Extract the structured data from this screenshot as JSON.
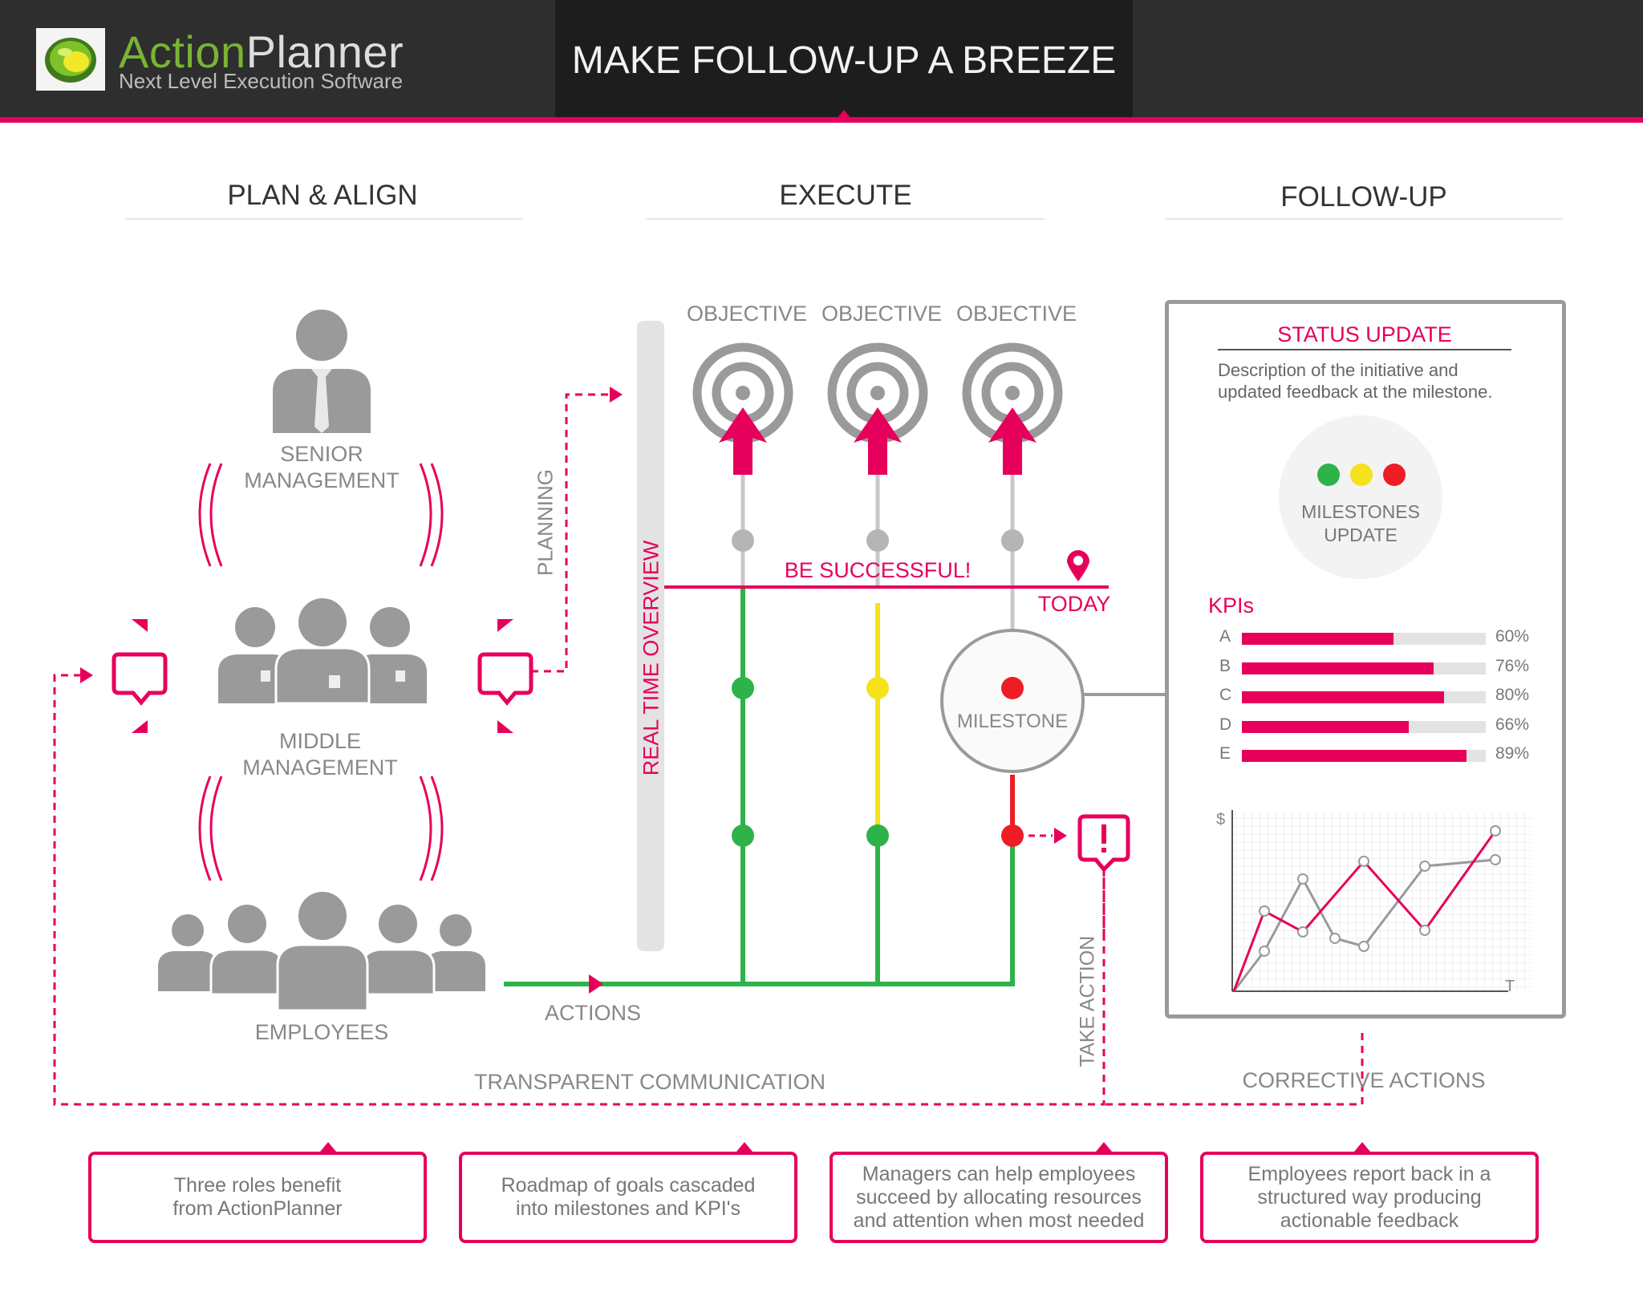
{
  "header": {
    "logo_word1": "Action",
    "logo_word2": "Planner",
    "logo_tagline": "Next Level Execution Software",
    "title": "MAKE FOLLOW-UP A BREEZE"
  },
  "columns": {
    "plan": "PLAN & ALIGN",
    "execute": "EXECUTE",
    "followup": "FOLLOW-UP"
  },
  "roles": {
    "senior": [
      "SENIOR",
      "MANAGEMENT"
    ],
    "middle": [
      "MIDDLE",
      "MANAGEMENT"
    ],
    "employees": "EMPLOYEES"
  },
  "labels": {
    "planning": "PLANNING",
    "real_time": "REAL TIME OVERVIEW",
    "objective": "OBJECTIVE",
    "be_successful": "BE SUCCESSFUL!",
    "today": "TODAY",
    "milestone": "MILESTONE",
    "actions": "ACTIONS",
    "take_action": "TAKE ACTION",
    "transparent": "TRANSPARENT COMMUNICATION",
    "corrective": "CORRECTIVE ACTIONS"
  },
  "status_panel": {
    "title": "STATUS UPDATE",
    "description": [
      "Description of the initiative and",
      "updated feedback at the milestone."
    ],
    "milestones_update": [
      "MILESTONES",
      "UPDATE"
    ],
    "lights": [
      "#2db34a",
      "#f4e21c",
      "#ee1c25"
    ],
    "kpi_title": "KPIs",
    "kpis": [
      {
        "label": "A",
        "value": 60,
        "text": "60%"
      },
      {
        "label": "B",
        "value": 76,
        "text": "76%"
      },
      {
        "label": "C",
        "value": 80,
        "text": "80%"
      },
      {
        "label": "D",
        "value": 66,
        "text": "66%"
      },
      {
        "label": "E",
        "value": 89,
        "text": "89%"
      }
    ],
    "chart_y_label": "$",
    "chart_x_label": "T"
  },
  "bottom_boxes": [
    [
      "Three roles benefit",
      "from ActionPlanner"
    ],
    [
      "Roadmap of goals cascaded",
      "into milestones and KPI's"
    ],
    [
      "Managers can help employees",
      "succeed by allocating resources",
      "and attention when most needed"
    ],
    [
      "Employees report back in a",
      "structured way producing",
      "actionable feedback"
    ]
  ],
  "colors": {
    "accent": "#e6005c",
    "green": "#2db34a",
    "yellow": "#f4e21c",
    "red": "#ee1c25",
    "grey": "#9a9a9a"
  }
}
